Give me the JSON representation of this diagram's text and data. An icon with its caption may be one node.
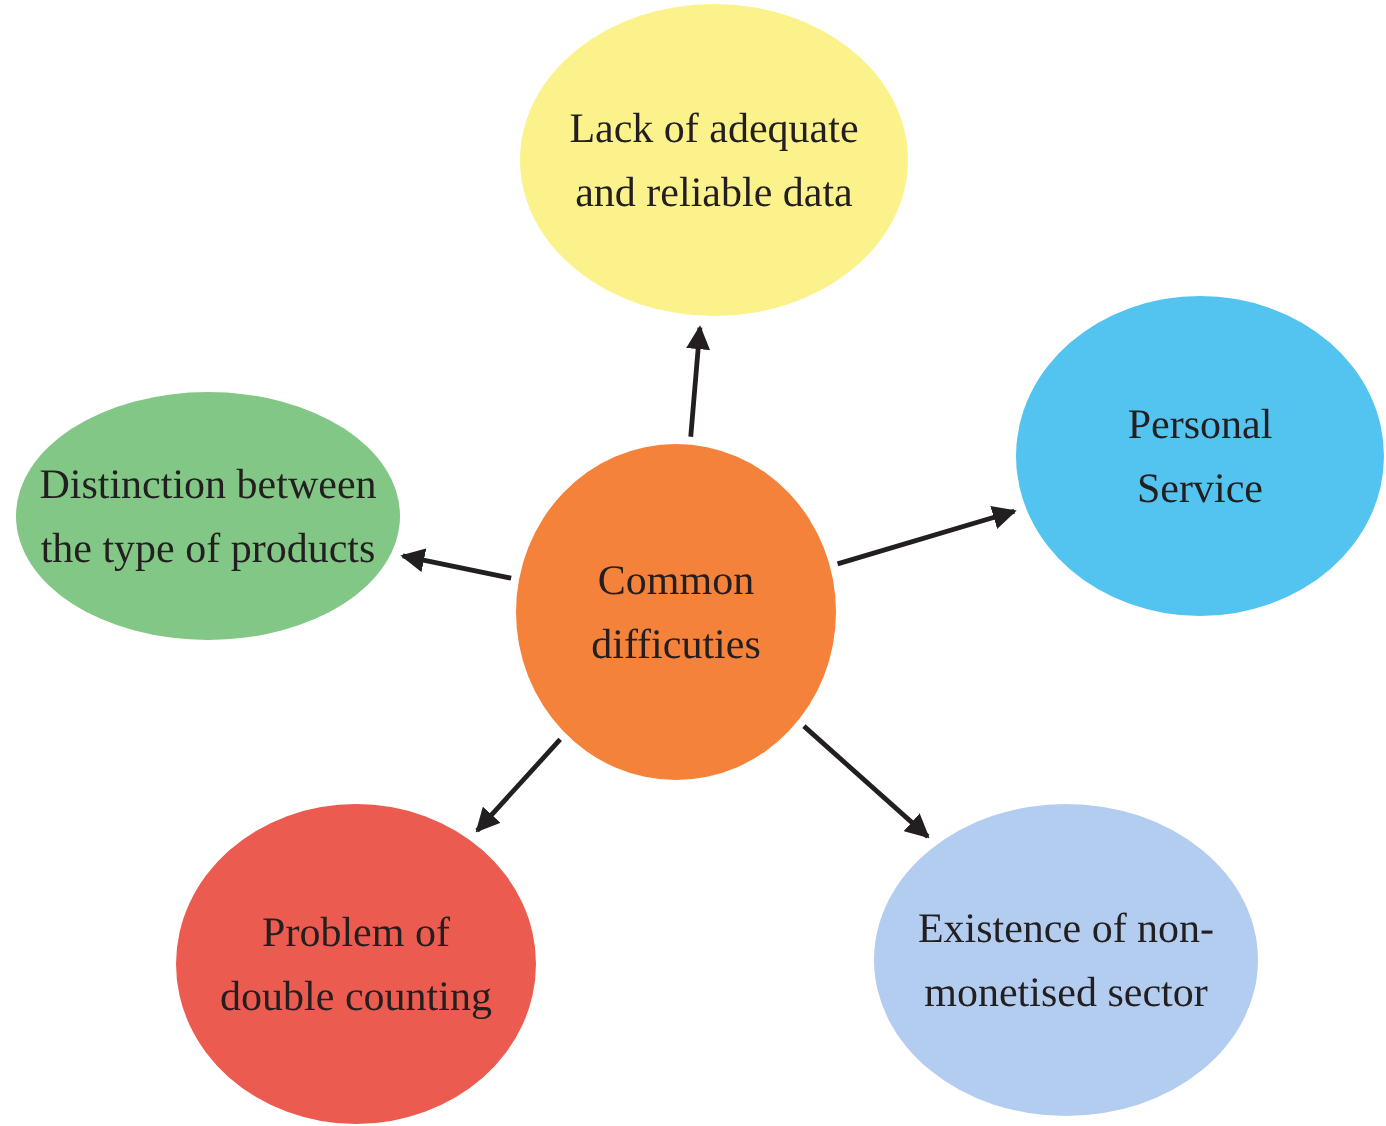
{
  "diagram": {
    "nodes": [
      {
        "text": [
          "Common difficuties"
        ]
      },
      {
        "text": [
          "Lack of adequate and reliable data"
        ]
      },
      {
        "text": [
          "Personal Service"
        ]
      },
      {
        "text": [
          "Distinction between the type of products"
        ]
      },
      {
        "text": [
          "Problem of double counting"
        ]
      },
      {
        "text": [
          "Existence of non-monetised sector"
        ]
      }
    ],
    "edges": [
      {
        "from": 0,
        "to": 1,
        "arrow": "to"
      },
      {
        "from": 0,
        "to": 2,
        "arrow": "to"
      },
      {
        "from": 0,
        "to": 3,
        "arrow": "to"
      },
      {
        "from": 0,
        "to": 4,
        "arrow": "to"
      },
      {
        "from": 0,
        "to": 5,
        "arrow": "to"
      }
    ]
  }
}
